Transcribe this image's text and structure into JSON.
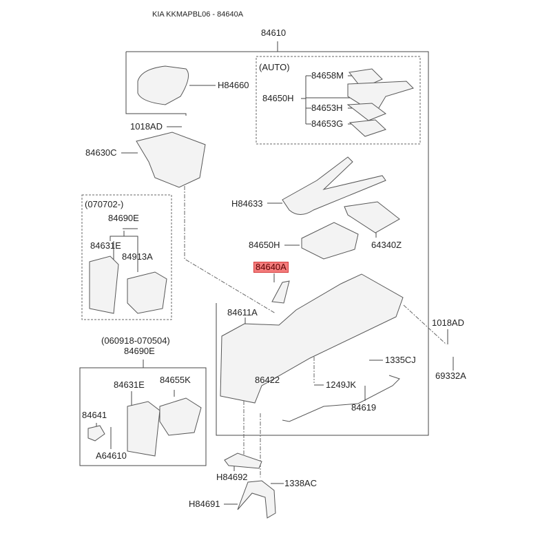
{
  "title": "KIA KKMAPBL06 - 84640A",
  "highlight_color": "#f47c7c",
  "highlighted_part": "84640A",
  "assembly": "84610",
  "groups": {
    "auto": {
      "note": "(AUTO)",
      "parent": "84650H",
      "children": [
        "84658M",
        "84653H",
        "84653G"
      ]
    },
    "g070702": {
      "note": "(070702-)",
      "parent": "84690E",
      "children": [
        "84631E",
        "84913A"
      ]
    },
    "g060918": {
      "note": "(060918-070504)",
      "parent": "84690E",
      "children": [
        "84631E",
        "84655K",
        "84641",
        "A64610"
      ]
    }
  },
  "parts": {
    "armrest": "H84660",
    "screw_top": "1018AD",
    "storage_box": "84630C",
    "cup_holder": "H84633",
    "shift_bezel": "84650H",
    "tray": "64340Z",
    "target": "84640A",
    "console_rear": "84611A",
    "screw_right": "1018AD",
    "cap": "69332A",
    "clip": "1335CJ",
    "screw_mid": "1249JK",
    "plug": "86422",
    "harness": "84619",
    "bracket_upper": "H84692",
    "nut": "1338AC",
    "bracket_lower": "H84691"
  }
}
